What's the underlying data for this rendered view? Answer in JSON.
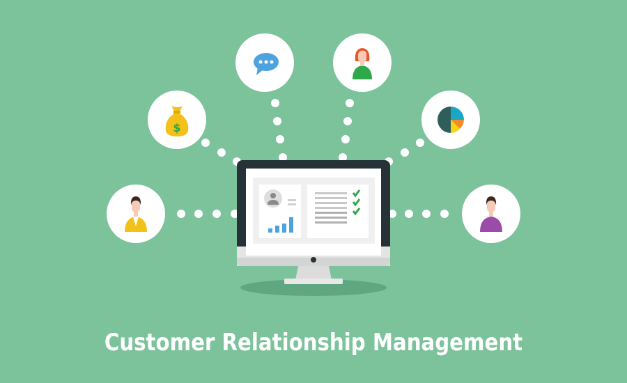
{
  "title": "Customer Relationship Management",
  "colors": {
    "background": "#7cc29b",
    "circle": "#ffffff",
    "monitor_frame": "#263238",
    "monitor_base": "#e4e4e4",
    "chart_blue": "#4da3e0",
    "check_green": "#2ea84a"
  },
  "icons": [
    {
      "name": "businessman-yellow",
      "position": "left"
    },
    {
      "name": "money-bag",
      "position": "upper-left"
    },
    {
      "name": "chat-bubble",
      "position": "top-left"
    },
    {
      "name": "woman-green",
      "position": "top-right"
    },
    {
      "name": "pie-chart",
      "position": "upper-right"
    },
    {
      "name": "man-purple",
      "position": "right"
    }
  ],
  "monitor": {
    "profile_card": "user-profile-with-bar-chart",
    "checklist_items": 3,
    "list_lines": 7
  }
}
